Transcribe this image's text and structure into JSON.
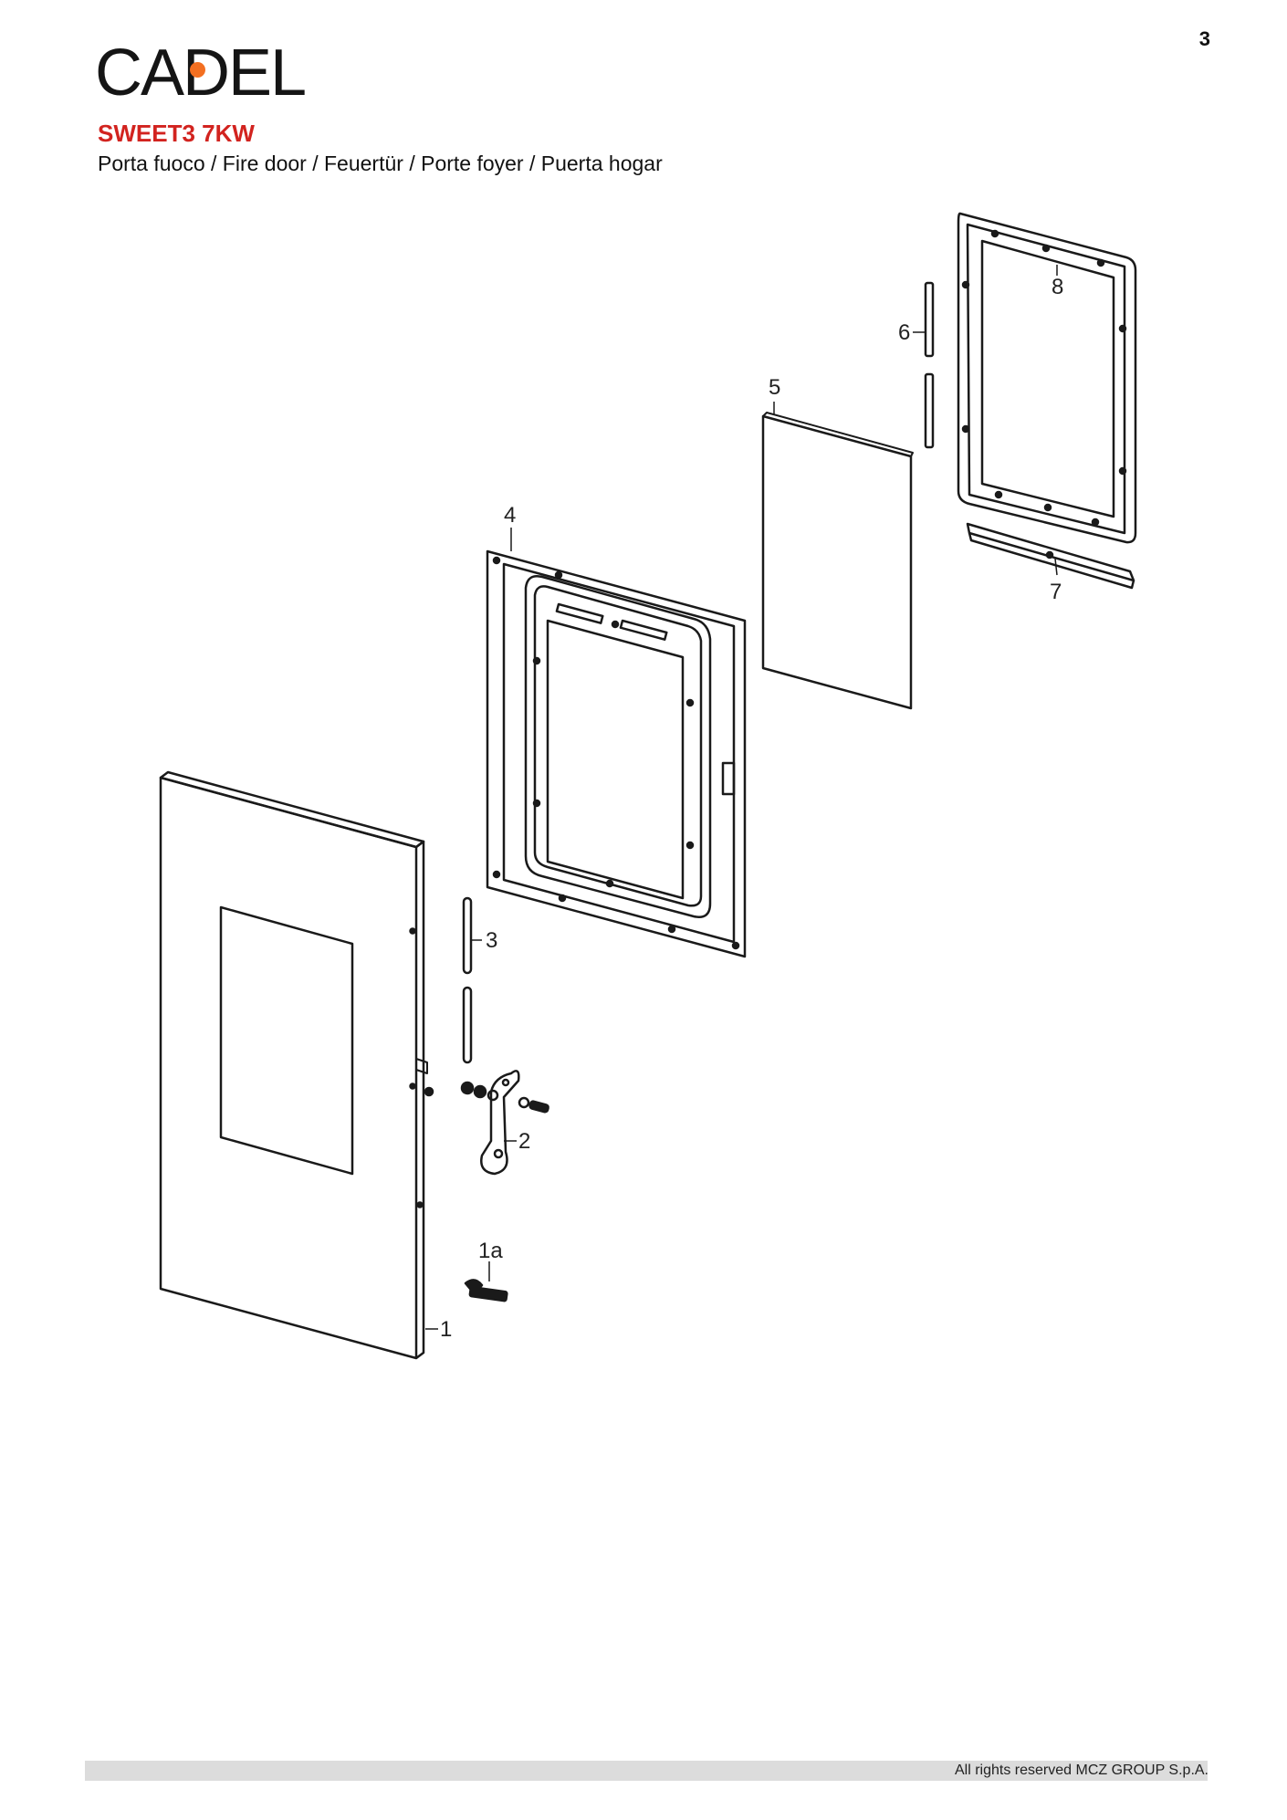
{
  "page_number": "3",
  "brand": {
    "logo_text_left": "CA",
    "logo_text_right": "DEL",
    "accent": "#f36f21"
  },
  "title": {
    "model": "SWEET3 7KW",
    "model_color": "#d2231f",
    "subtitle": "Porta fuoco / Fire door / Feuertür / Porte foyer / Puerta hogar"
  },
  "callouts": {
    "c1": "1",
    "c1a": "1a",
    "c2": "2",
    "c3": "3",
    "c4": "4",
    "c5": "5",
    "c6": "6",
    "c7": "7",
    "c8": "8"
  },
  "footer": {
    "copyright": "All rights reserved MCZ GROUP S.p.A."
  }
}
